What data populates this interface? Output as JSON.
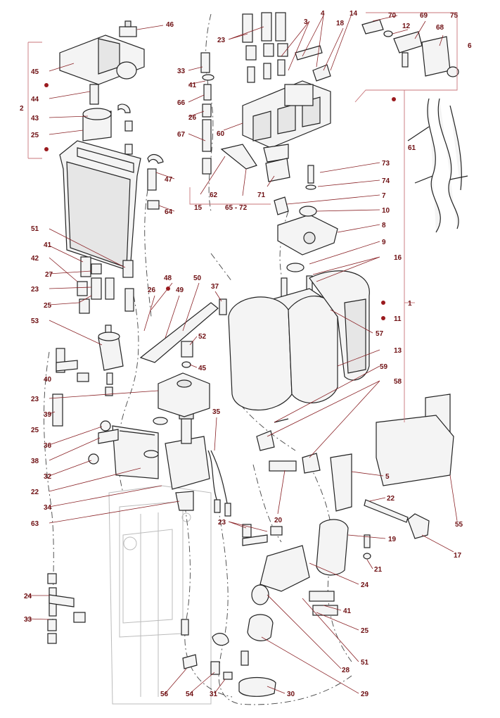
{
  "diagram": {
    "labels": [
      {
        "id": "l46",
        "text": "46"
      },
      {
        "id": "l45",
        "text": "45"
      },
      {
        "id": "l44",
        "text": "44"
      },
      {
        "id": "l2",
        "text": "2"
      },
      {
        "id": "l43",
        "text": "43"
      },
      {
        "id": "l25a",
        "text": "25"
      },
      {
        "id": "l47",
        "text": "47"
      },
      {
        "id": "l64",
        "text": "64"
      },
      {
        "id": "l51a",
        "text": "51"
      },
      {
        "id": "l41a",
        "text": "41"
      },
      {
        "id": "l42",
        "text": "42"
      },
      {
        "id": "l27",
        "text": "27"
      },
      {
        "id": "l23a",
        "text": "23"
      },
      {
        "id": "l25b",
        "text": "25"
      },
      {
        "id": "l53",
        "text": "53"
      },
      {
        "id": "l40",
        "text": "40"
      },
      {
        "id": "l23b",
        "text": "23"
      },
      {
        "id": "l39",
        "text": "39"
      },
      {
        "id": "l25c",
        "text": "25"
      },
      {
        "id": "l36",
        "text": "36"
      },
      {
        "id": "l38",
        "text": "38"
      },
      {
        "id": "l32",
        "text": "32"
      },
      {
        "id": "l22a",
        "text": "22"
      },
      {
        "id": "l34",
        "text": "34"
      },
      {
        "id": "l63",
        "text": "63"
      },
      {
        "id": "l24a",
        "text": "24"
      },
      {
        "id": "l33a",
        "text": "33"
      },
      {
        "id": "l23c",
        "text": "23"
      },
      {
        "id": "l3",
        "text": "3"
      },
      {
        "id": "l4",
        "text": "4"
      },
      {
        "id": "l14",
        "text": "14"
      },
      {
        "id": "l18",
        "text": "18"
      },
      {
        "id": "l70",
        "text": "70"
      },
      {
        "id": "l12",
        "text": "12"
      },
      {
        "id": "l69",
        "text": "69"
      },
      {
        "id": "l75",
        "text": "75"
      },
      {
        "id": "l68",
        "text": "68"
      },
      {
        "id": "l6",
        "text": "6"
      },
      {
        "id": "l33b",
        "text": "33"
      },
      {
        "id": "l41b",
        "text": "41"
      },
      {
        "id": "l66",
        "text": "66"
      },
      {
        "id": "l26a",
        "text": "26"
      },
      {
        "id": "l60",
        "text": "60"
      },
      {
        "id": "l67",
        "text": "67"
      },
      {
        "id": "l62",
        "text": "62"
      },
      {
        "id": "l71",
        "text": "71"
      },
      {
        "id": "l15",
        "text": "15"
      },
      {
        "id": "l6572",
        "text": "65 - 72"
      },
      {
        "id": "l61",
        "text": "61"
      },
      {
        "id": "l73",
        "text": "73"
      },
      {
        "id": "l74",
        "text": "74"
      },
      {
        "id": "l7",
        "text": "7"
      },
      {
        "id": "l10",
        "text": "10"
      },
      {
        "id": "l8",
        "text": "8"
      },
      {
        "id": "l9",
        "text": "9"
      },
      {
        "id": "l16",
        "text": "16"
      },
      {
        "id": "l1",
        "text": "1"
      },
      {
        "id": "l11",
        "text": "11"
      },
      {
        "id": "l57",
        "text": "57"
      },
      {
        "id": "l13",
        "text": "13"
      },
      {
        "id": "l59",
        "text": "59"
      },
      {
        "id": "l58",
        "text": "58"
      },
      {
        "id": "l48",
        "text": "48"
      },
      {
        "id": "l26b",
        "text": "26"
      },
      {
        "id": "l49",
        "text": "49"
      },
      {
        "id": "l50",
        "text": "50"
      },
      {
        "id": "l37",
        "text": "37"
      },
      {
        "id": "l52",
        "text": "52"
      },
      {
        "id": "l45b",
        "text": "45"
      },
      {
        "id": "l35",
        "text": "35"
      },
      {
        "id": "l5",
        "text": "5"
      },
      {
        "id": "l55",
        "text": "55"
      },
      {
        "id": "l22b",
        "text": "22"
      },
      {
        "id": "l17",
        "text": "17"
      },
      {
        "id": "l20",
        "text": "20"
      },
      {
        "id": "l23d",
        "text": "23"
      },
      {
        "id": "l19",
        "text": "19"
      },
      {
        "id": "l21",
        "text": "21"
      },
      {
        "id": "l24b",
        "text": "24"
      },
      {
        "id": "l41c",
        "text": "41"
      },
      {
        "id": "l25d",
        "text": "25"
      },
      {
        "id": "l51b",
        "text": "51"
      },
      {
        "id": "l28",
        "text": "28"
      },
      {
        "id": "l29",
        "text": "29"
      },
      {
        "id": "l30",
        "text": "30"
      },
      {
        "id": "l31",
        "text": "31"
      },
      {
        "id": "l54",
        "text": "54"
      },
      {
        "id": "l56",
        "text": "56"
      }
    ]
  },
  "colors": {
    "label": "#6e0f12",
    "leader": "#8a2226",
    "outline": "#222222"
  }
}
